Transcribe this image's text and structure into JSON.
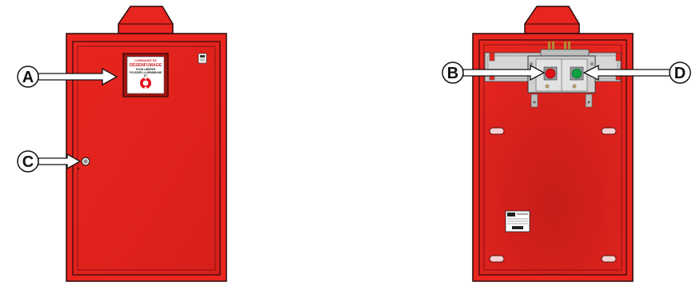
{
  "colors": {
    "cabinet_red": "#e8251f",
    "cabinet_dark": "#c01a17",
    "outline": "#2a0a0a",
    "panel_grey": "#cfcfcf",
    "button_red": "#e3101a",
    "button_green": "#10a040"
  },
  "callouts": {
    "a": "A",
    "b": "B",
    "c": "C",
    "d": "D"
  },
  "sign": {
    "line1": "COMMANDE DE",
    "line2": "DÉSENFUMAGE",
    "line3": "POUR LIBERER",
    "line4": "POUSSER LA MEMBRANE",
    "line5": "ET"
  }
}
